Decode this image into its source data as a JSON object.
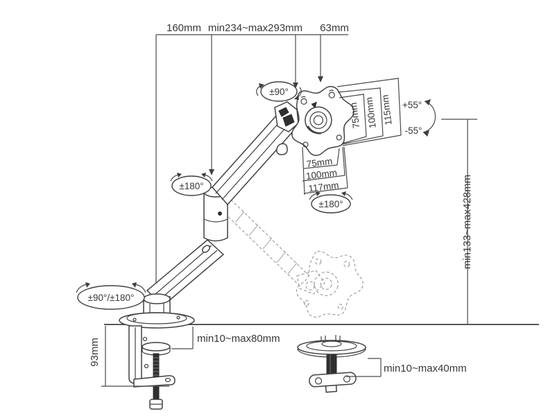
{
  "diagram_title": "Gas-spring monitor desk mount arm dimension diagram",
  "colors": {
    "line": "#424242",
    "ghost": "#a0a0a0",
    "text": "#383838",
    "background": "#ffffff"
  },
  "dimensions": {
    "top_offset": "160mm",
    "arm_extension": "min234~max293mm",
    "head_offset": "63mm",
    "vesa_height_75": "75mm",
    "vesa_height_100": "100mm",
    "vesa_height_115": "115mm",
    "tilt_up": "+55°",
    "tilt_down": "-55°",
    "vesa_width_75": "75mm",
    "vesa_width_100": "100mm",
    "vesa_width_117": "117mm",
    "height_range": "min133~max428mm",
    "clamp_body_height": "93mm",
    "clamp_thickness_range": "min10~max80mm",
    "grommet_thickness_range": "min10~max40mm"
  },
  "rotations": {
    "vesa_pivot": "±90°",
    "vesa_swivel": "±180°",
    "elbow_swivel": "±180°",
    "base_swivel": "±90°/±180°"
  }
}
